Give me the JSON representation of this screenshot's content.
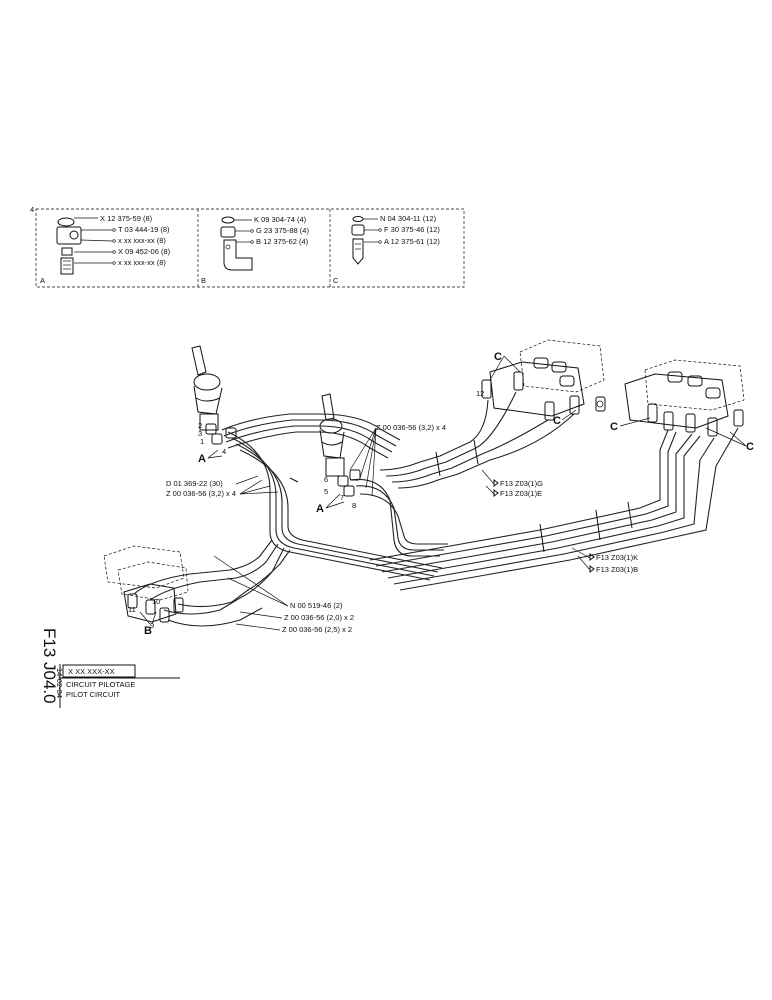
{
  "detail_panels": {
    "corner_mark": "4",
    "A": {
      "letter": "A",
      "parts": [
        "X 12 375-59 (8)",
        "T 03 444-19 (8)",
        "x xx xxx-xx (8)",
        "X 09 452-06 (8)",
        "x xx xxx-xx (8)"
      ]
    },
    "B": {
      "letter": "B",
      "parts": [
        "K 09 304-74 (4)",
        "G 23 375-88 (4)",
        "B 12 375-62 (4)"
      ]
    },
    "C": {
      "letter": "C",
      "parts": [
        "N 04 304-11 (12)",
        "F 30 375-46 (12)",
        "A 12 375-61 (12)"
      ]
    }
  },
  "callouts": {
    "hose_upper": "Z 00 036-56 (3,2) x 4",
    "clamp": "D 01 369-22 (30)",
    "hose_left": "Z 00 036-56 (3,2) x 4",
    "nut": "N 00 519-46 (2)",
    "hose_20": "Z 00 036-56 (2,0) x 2",
    "hose_25": "Z 00 036-56 (2,5) x 2"
  },
  "section_refs": {
    "g": "F13  Z03(1)G",
    "e": "F13  Z03(1)E",
    "k": "F13  Z03(1)K",
    "b": "F13  Z03(1)B"
  },
  "letters": {
    "A": "A",
    "B": "B",
    "C": "C"
  },
  "port_numbers": [
    "2",
    "3",
    "1",
    "4",
    "6",
    "5",
    "7",
    "8",
    "9",
    "10",
    "11",
    "12"
  ],
  "title_block": {
    "doc_number": "F13 J04.0",
    "date": "14-02-84",
    "part_number": "X XX XXX-XX",
    "title_fr": "CIRCUIT PILOTAGE",
    "title_en": "PILOT CIRCUIT"
  }
}
